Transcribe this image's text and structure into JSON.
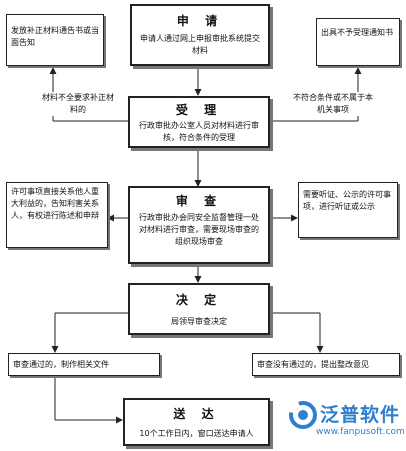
{
  "steps": {
    "apply": {
      "title": "申 请",
      "text": "申请人通过网上申报审批系统提交材料"
    },
    "accept": {
      "title": "受 理",
      "text": "行政审批办公室人员对材料进行审核，符合条件的受理"
    },
    "review": {
      "title": "审 查",
      "text": "行政审批办会同安全监督管理一处对材料进行审查，需要现场审查的组织现场审查"
    },
    "decide": {
      "title": "决 定",
      "text": "局领导审查决定"
    },
    "deliver": {
      "title": "送 达",
      "text": "10个工作日内，窗口送达申请人"
    }
  },
  "side_boxes": {
    "supplement_notice": "发放补正材料通告书或当面告知",
    "not_accepted_notice": "出具不予受理通知书",
    "stakeholder": "许可事项直接关系他人重大利益的，告知利害关系人，有权进行陈述和申辩",
    "hearing": "需要听证、公示的许可事项，进行听证或公示",
    "approved": "审查通过的，制作相关文件",
    "rejected": "审查没有通过的，提出整改意见"
  },
  "edge_labels": {
    "incomplete": "材料不全要求补正材料的",
    "ineligible": "不符合条件或不属于本机关事项"
  },
  "logo": {
    "name": "泛普软件",
    "url": "www.fanpusoft.com"
  }
}
